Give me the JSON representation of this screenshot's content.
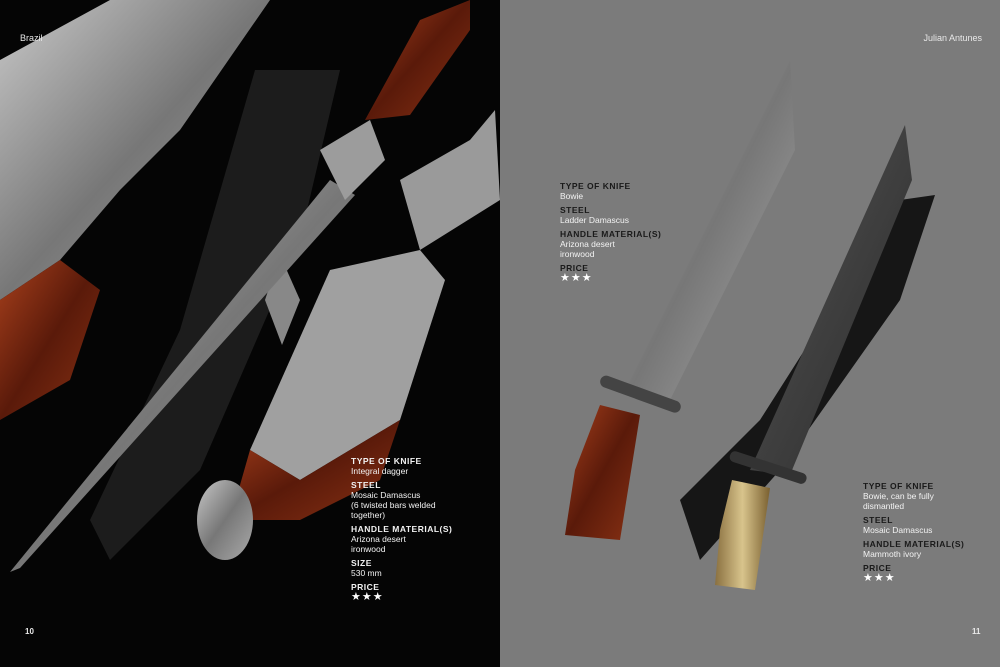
{
  "left_page": {
    "header": "Brazil",
    "page_number": "10",
    "specs": {
      "type_label": "TYPE OF KNIFE",
      "type_value": "Integral dagger",
      "steel_label": "STEEL",
      "steel_value_1": "Mosaic Damascus",
      "steel_value_2": "(6 twisted bars welded",
      "steel_value_3": "together)",
      "handle_label": "HANDLE MATERIAL(S)",
      "handle_value_1": "Arizona desert",
      "handle_value_2": "ironwood",
      "size_label": "SIZE",
      "size_value": "530 mm",
      "price_label": "PRICE",
      "price_stars": "★★★"
    }
  },
  "right_page": {
    "header": "Julian Antunes",
    "page_number": "11",
    "specs_1": {
      "type_label": "TYPE OF KNIFE",
      "type_value": "Bowie",
      "steel_label": "STEEL",
      "steel_value": "Ladder Damascus",
      "handle_label": "HANDLE MATERIAL(S)",
      "handle_value_1": "Arizona desert",
      "handle_value_2": "ironwood",
      "price_label": "PRICE",
      "price_stars": "★★★"
    },
    "specs_2": {
      "type_label": "TYPE OF KNIFE",
      "type_value_1": "Bowie, can be fully",
      "type_value_2": "dismantled",
      "steel_label": "STEEL",
      "steel_value": "Mosaic Damascus",
      "handle_label": "HANDLE MATERIAL(S)",
      "handle_value": "Mammoth ivory",
      "price_label": "PRICE",
      "price_stars": "★★★"
    }
  },
  "colors": {
    "left_bg": "#050505",
    "right_bg": "#7b7b7b",
    "ironwood": "#7a2a14",
    "steel": "#9a9a9a",
    "ivory": "#c9b27a"
  }
}
